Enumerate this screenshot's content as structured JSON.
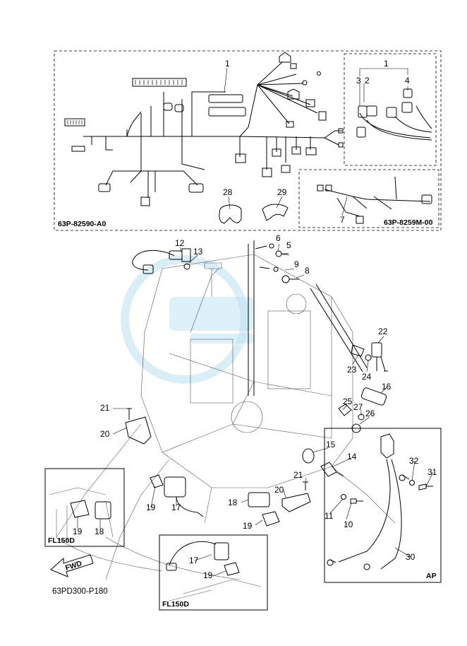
{
  "diagram": {
    "kit_codes": {
      "main_harness": "63P-82590-A0",
      "sub_harness": "63P-8259M-00"
    },
    "figure_code": "63PD300-P180",
    "direction_label": "FWD",
    "inset_labels": {
      "ap": "AP",
      "fl150d_left": "FL150D",
      "fl150d_bottom": "FL150D"
    },
    "callouts": [
      "1",
      "1",
      "2",
      "3",
      "4",
      "5",
      "6",
      "7",
      "8",
      "9",
      "10",
      "11",
      "12",
      "13",
      "14",
      "15",
      "16",
      "17",
      "17",
      "18",
      "18",
      "19",
      "19",
      "19",
      "19",
      "20",
      "20",
      "21",
      "21",
      "22",
      "23",
      "24",
      "25",
      "26",
      "27",
      "28",
      "29",
      "30",
      "31",
      "32"
    ]
  }
}
